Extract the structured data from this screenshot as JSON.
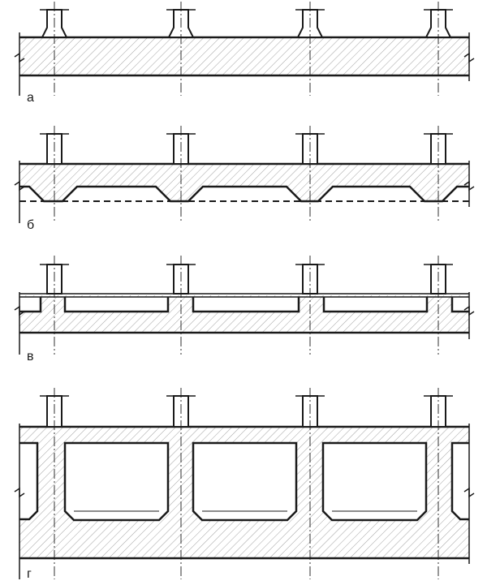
{
  "panels": [
    {
      "id": "a",
      "label": "а"
    },
    {
      "id": "b",
      "label": "б"
    },
    {
      "id": "v",
      "label": "в"
    },
    {
      "id": "g",
      "label": "г"
    }
  ],
  "colors": {
    "stroke": "#1a1a1a",
    "hatch": "#8a8a8a",
    "background": "#ffffff"
  }
}
